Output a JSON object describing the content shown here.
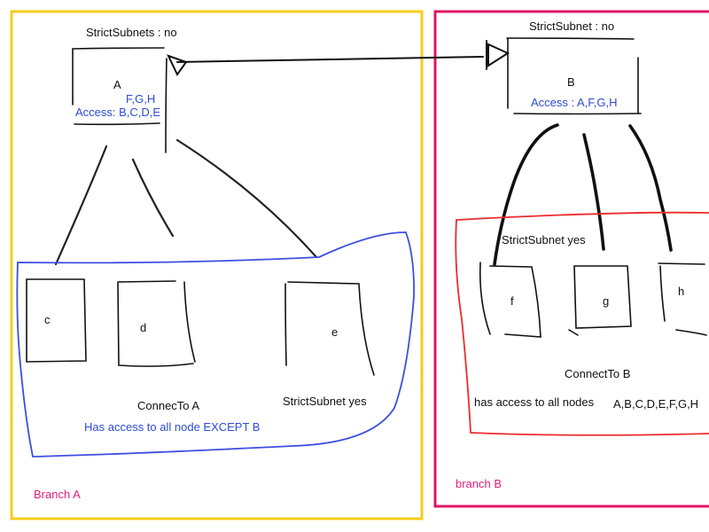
{
  "branch_a": {
    "label": "Branch A",
    "strict_subnets": "StrictSubnets : no",
    "node_name": "A",
    "access_line1": "F,G,H",
    "access_line2": "Access: B,C,D,E",
    "children": [
      "c",
      "d",
      "e"
    ],
    "child_e_note": "StrictSubnet yes",
    "connect_label": "ConnecTo A",
    "access_note": "Has access to all node EXCEPT B"
  },
  "branch_b": {
    "label": "branch B",
    "strict_subnet": "StrictSubnet : no",
    "node_name": "B",
    "access": "Access : A,F,G,H",
    "children": [
      "f",
      "g",
      "h"
    ],
    "children_note": "StrictSubnet yes",
    "connect_label": "ConnectTo B",
    "access_note": "has access to all nodes",
    "access_list": "A,B,C,D,E,F,G,H"
  },
  "colors": {
    "branch_a_border": "#f5cc1d",
    "branch_b_border": "#e01466",
    "group_a_outline": "#3d4fe0",
    "group_b_outline": "#ee2b2b",
    "blue_text": "#2d4bd6",
    "pink_text": "#e2207a"
  }
}
